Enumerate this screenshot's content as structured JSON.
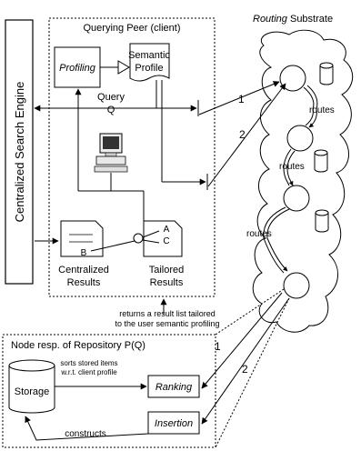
{
  "search_engine": {
    "label": "Centralized Search Engine"
  },
  "client_box": {
    "title": "Querying Peer (client)"
  },
  "profiling": {
    "label": "Profiling"
  },
  "semantic_profile": {
    "line1": "Semantic",
    "line2": "Profile"
  },
  "query": {
    "line1": "Query",
    "line2": "Q"
  },
  "centralized_results": {
    "doc_label": "B",
    "line1": "Centralized",
    "line2": "Results"
  },
  "tailored_results": {
    "doc_label_a": "A",
    "doc_label_c": "C",
    "line1": "Tailored",
    "line2": "Results"
  },
  "routing_substrate": {
    "title_italic": "Routing",
    "title_rest": " Substrate"
  },
  "routes_labels": [
    "routes",
    "routes",
    "routes"
  ],
  "path_numbers": {
    "upper_1": "1",
    "upper_2": "2",
    "lower_1": "1",
    "lower_2": "2"
  },
  "return_note": {
    "line1": "returns a result list tailored",
    "line2": "to the user semantic profiling"
  },
  "node_box": {
    "title": "Node resp. of Repository P(Q)"
  },
  "storage": {
    "label": "Storage"
  },
  "sorts_note": {
    "line1": "sorts stored items",
    "line2": "w.r.t. client profile"
  },
  "ranking": {
    "label": "Ranking"
  },
  "insertion": {
    "label": "Insertion"
  },
  "constructs": {
    "label": "constructs"
  }
}
